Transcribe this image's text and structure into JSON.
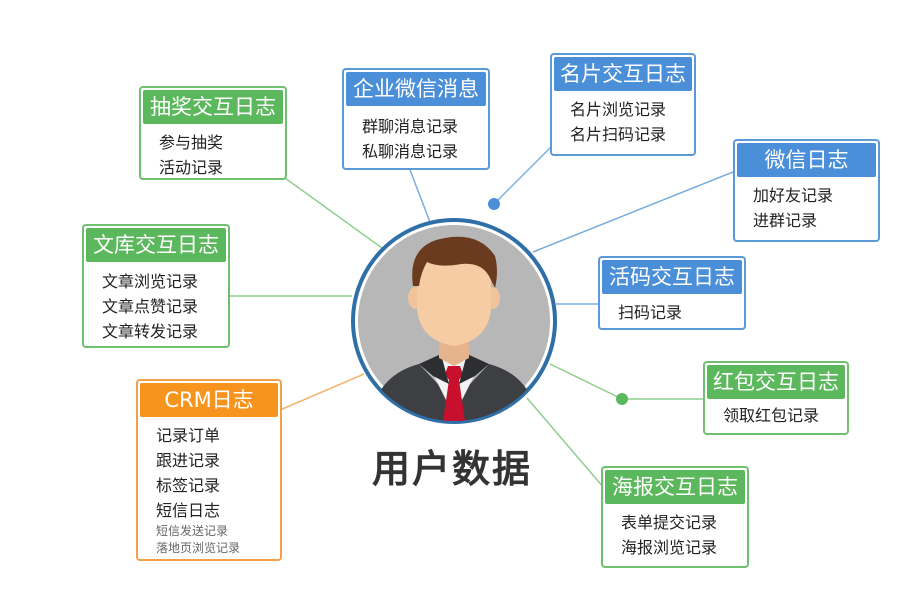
{
  "center": {
    "title": "用户数据"
  },
  "nodes": {
    "lottery": {
      "title": "抽奖交互日志",
      "items": [
        "参与抽奖",
        "活动记录"
      ]
    },
    "wecom": {
      "title": "企业微信消息",
      "items": [
        "群聊消息记录",
        "私聊消息记录"
      ]
    },
    "card": {
      "title": "名片交互日志",
      "items": [
        "名片浏览记录",
        "名片扫码记录"
      ]
    },
    "wechat": {
      "title": "微信日志",
      "items": [
        "加好友记录",
        "进群记录"
      ]
    },
    "library": {
      "title": "文库交互日志",
      "items": [
        "文章浏览记录",
        "文章点赞记录",
        "文章转发记录"
      ]
    },
    "livecode": {
      "title": "活码交互日志",
      "items": [
        "扫码记录"
      ]
    },
    "redpacket": {
      "title": "红包交互日志",
      "items": [
        "领取红包记录"
      ]
    },
    "crm": {
      "title": "CRM日志",
      "items": [
        "记录订单",
        "跟进记录",
        "标签记录",
        "短信日志"
      ],
      "sub_items": [
        "短信发送记录",
        "落地页浏览记录"
      ]
    },
    "poster": {
      "title": "海报交互日志",
      "items": [
        "表单提交记录",
        "海报浏览记录"
      ]
    }
  },
  "colors": {
    "green": "#5cb85c",
    "blue": "#4a8fd8",
    "orange": "#f7941d",
    "avatar_ring": "#2f6fa8"
  },
  "icons": {
    "center": "businessman-avatar-icon"
  }
}
